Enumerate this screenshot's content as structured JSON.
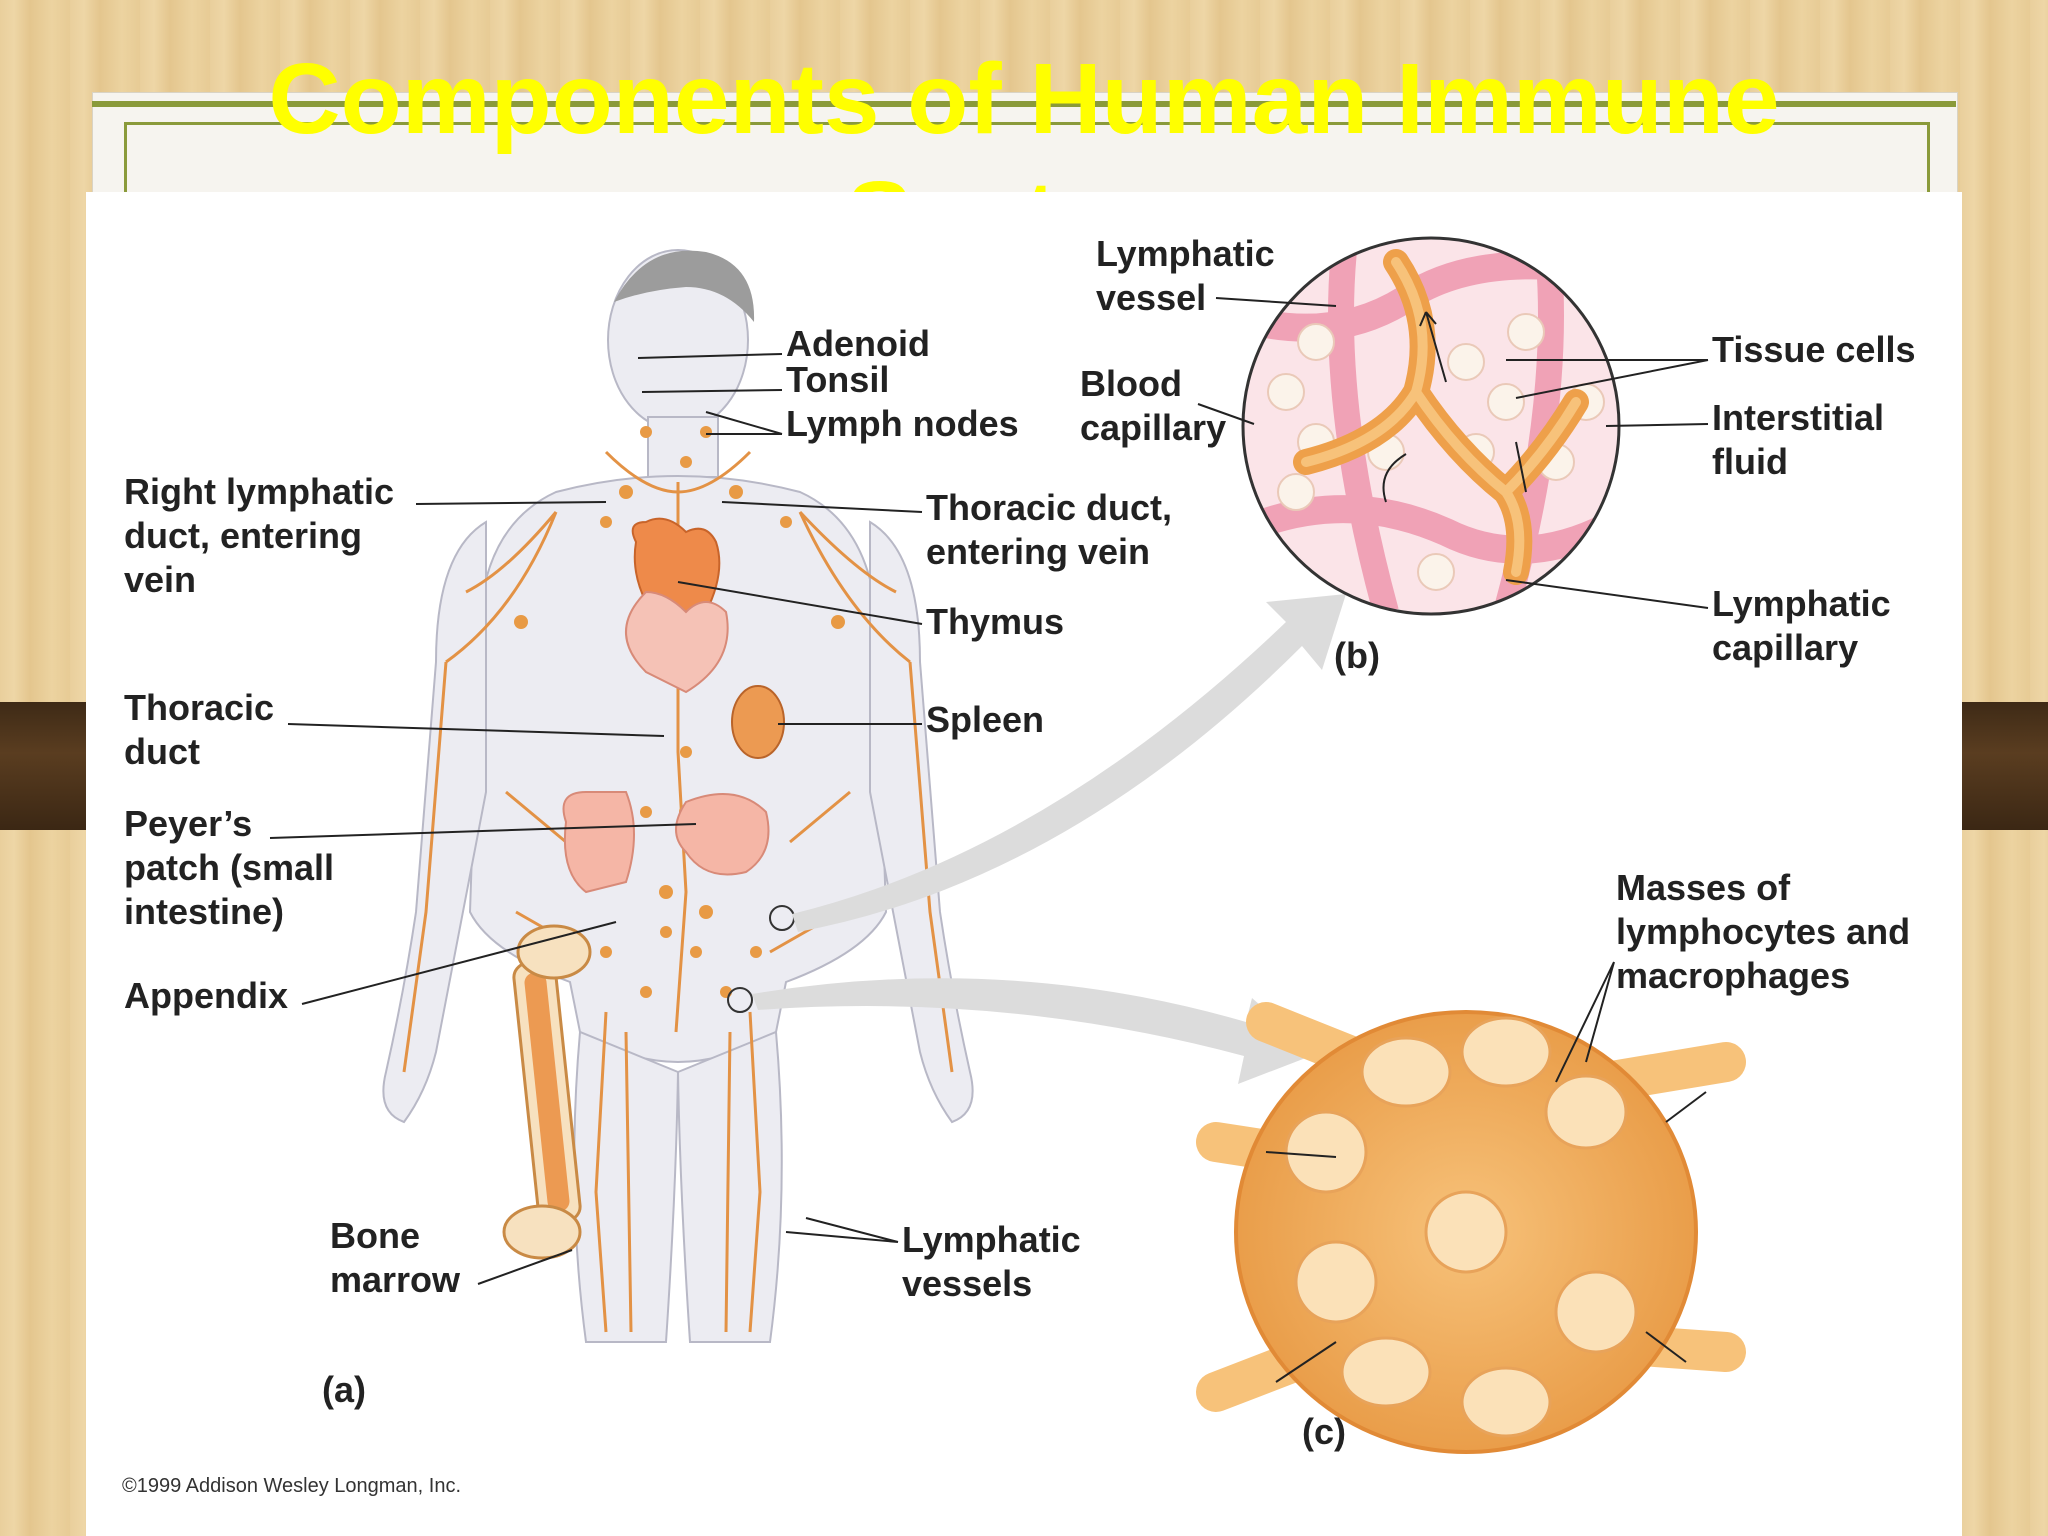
{
  "slide": {
    "title_line1": "Components of Human Immune",
    "title_line2": "System"
  },
  "figure": {
    "labels": {
      "adenoid": "Adenoid",
      "tonsil": "Tonsil",
      "lymph_nodes": "Lymph nodes",
      "right_lymphatic_1": "Right lymphatic",
      "right_lymphatic_2": "duct, entering",
      "right_lymphatic_3": "vein",
      "thoracic_duct_vein_1": "Thoracic duct,",
      "thoracic_duct_vein_2": "entering vein",
      "thymus": "Thymus",
      "thoracic_duct_1": "Thoracic",
      "thoracic_duct_2": "duct",
      "spleen": "Spleen",
      "peyers_1": "Peyer’s",
      "peyers_2": "patch (small",
      "peyers_3": "intestine)",
      "appendix": "Appendix",
      "bone_marrow_1": "Bone",
      "bone_marrow_2": "marrow",
      "lymphatic_vessels_1": "Lymphatic",
      "lymphatic_vessels_2": "vessels",
      "lymphatic_vessel_1": "Lymphatic",
      "lymphatic_vessel_2": "vessel",
      "blood_capillary_1": "Blood",
      "blood_capillary_2": "capillary",
      "tissue_cells": "Tissue cells",
      "interstitial_1": "Interstitial",
      "interstitial_2": "fluid",
      "lymphatic_capillary_1": "Lymphatic",
      "lymphatic_capillary_2": "capillary",
      "masses_1": "Masses of",
      "masses_2": "lymphocytes and",
      "masses_3": "macrophages"
    },
    "panel_a": "(a)",
    "panel_b": "(b)",
    "panel_c": "(c)",
    "copyright": "©1999 Addison Wesley Longman, Inc."
  },
  "colors": {
    "title": "#ffff00",
    "lymph": "#e8923a",
    "tissue": "#f3b8c4",
    "body": "#ececf2"
  }
}
